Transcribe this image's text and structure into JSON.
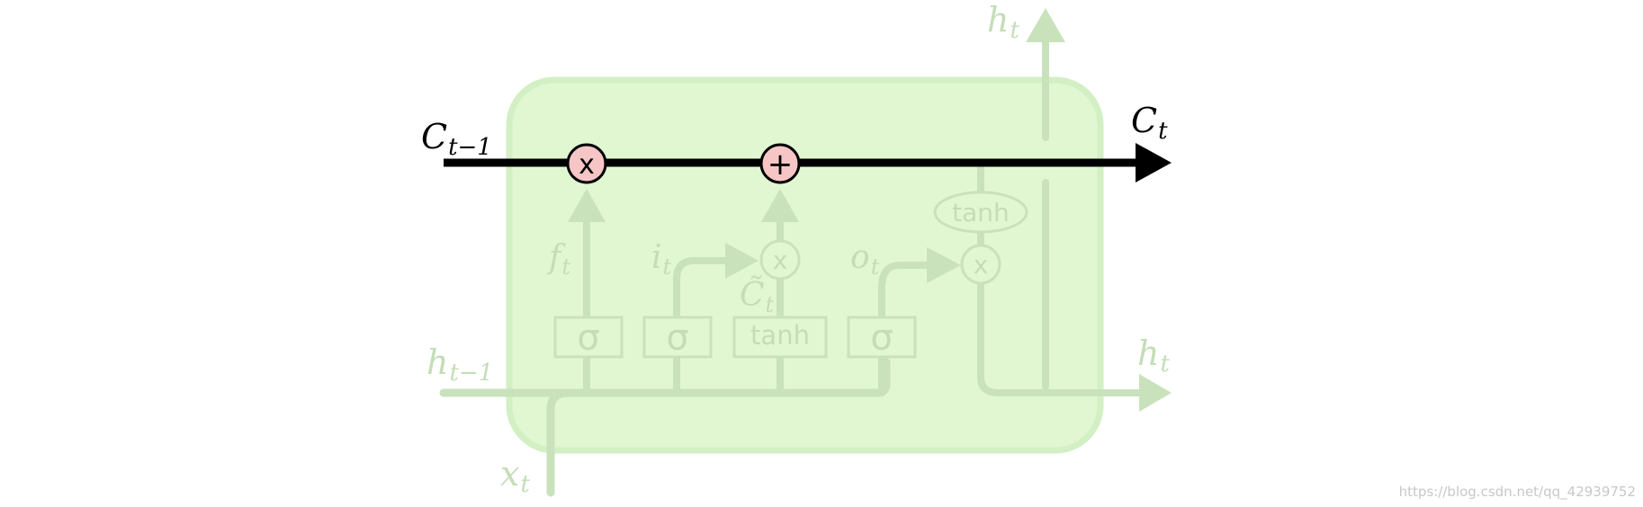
{
  "diagram": {
    "cell_state_in": {
      "main": "C",
      "sub": "t−1"
    },
    "cell_state_out": {
      "main": "C",
      "sub": "t"
    },
    "hidden_in": {
      "main": "h",
      "sub": "t−1"
    },
    "hidden_out_right": {
      "main": "h",
      "sub": "t"
    },
    "hidden_out_top": {
      "main": "h",
      "sub": "t"
    },
    "input": {
      "main": "x",
      "sub": "t"
    },
    "forget_gate": {
      "main": "f",
      "sub": "t"
    },
    "input_gate": {
      "main": "i",
      "sub": "t"
    },
    "output_gate": {
      "main": "o",
      "sub": "t"
    },
    "candidate": {
      "main": "C̃",
      "sub": "t"
    },
    "multiply_symbol": "x",
    "add_symbol": "+",
    "sigma_symbol": "σ",
    "tanh_label": "tanh"
  },
  "watermark": "https://blog.csdn.net/qq_42939752",
  "colors": {
    "cell_fill": "#e1f7d2",
    "cell_border": "#d3efc4",
    "faded": "#c9e2bc",
    "faded_text": "#c4ddb7",
    "cell_state_line": "#000000",
    "op_fill": "#f6c6c6"
  }
}
